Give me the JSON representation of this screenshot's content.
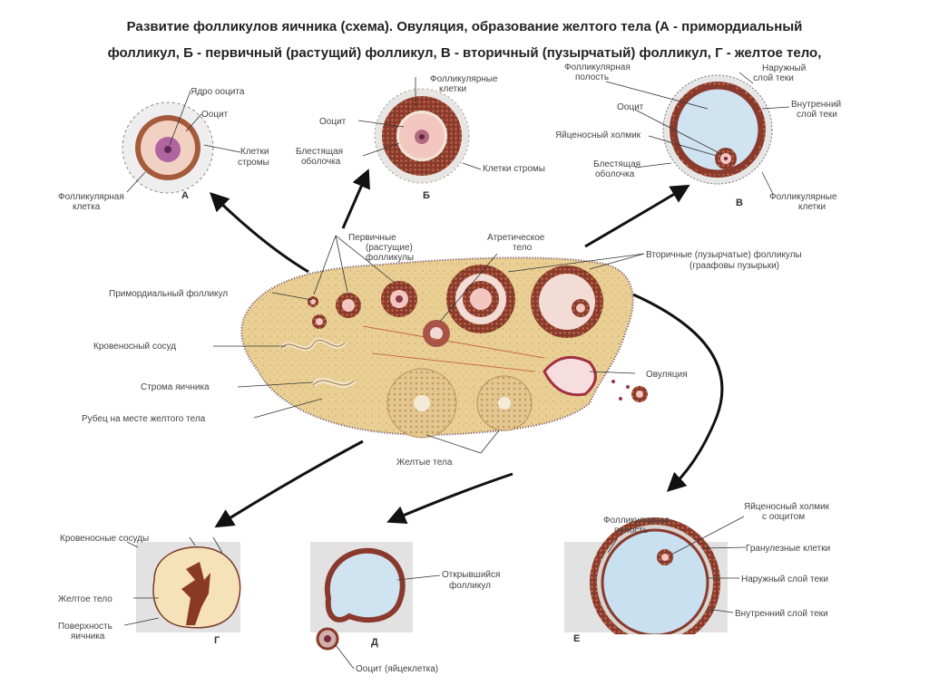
{
  "title": {
    "line1": "Развитие фолликулов яичника (схема). Овуляция,    образование желтого тела (А - примордиальный",
    "line2": "фолликул, Б - первичный (растущий) фолликул, В - вторичный (пузырчатый) фолликул, Г - желтое тело,"
  },
  "panel_a": {
    "letter": "А",
    "labels": {
      "nucleus": "Ядро ооцита",
      "oocyte": "Ооцит",
      "stroma1": "Клетки",
      "stroma2": "стромы",
      "follicular1": "Фолликулярная",
      "follicular2": "клетка"
    }
  },
  "panel_b": {
    "letter": "Б",
    "labels": {
      "follicular1": "Фолликулярные",
      "follicular2": "клетки",
      "oocyte": "Ооцит",
      "zona1": "Блестящая",
      "zona2": "оболочка",
      "stroma": "Клетки стромы"
    }
  },
  "panel_v": {
    "letter": "В",
    "labels": {
      "cavity1": "Фолликулярная",
      "cavity2": "полость",
      "outer1": "Наружный",
      "outer2": "слой теки",
      "oocyte": "Ооцит",
      "inner1": "Внутренний",
      "inner2": "слой теки",
      "cumulus": "Яйценосный холмик",
      "zona1": "Блестящая",
      "zona2": "оболочка",
      "follicular1": "Фолликулярные",
      "follicular2": "клетки"
    }
  },
  "ovary": {
    "labels": {
      "primary1": "Первичные",
      "primary2": "(растущие)",
      "primary3": "фолликулы",
      "atretic1": "Атретическое",
      "atretic2": "тело",
      "secondary1": "Вторичные (пузырчатые) фолликулы",
      "secondary2": "(граафовы пузырьки)",
      "primordial": "Примордиальный фолликул",
      "vessel": "Кровеносный сосуд",
      "stroma": "Строма яичника",
      "scar": "Рубец на месте желтого тела",
      "ovulation": "Овуляция",
      "lutea": "Желтые тела"
    }
  },
  "panel_g": {
    "letter": "Г",
    "labels": {
      "vessels": "Кровеносные сосуды",
      "corpus": "Желтое тело",
      "surface1": "Поверхность",
      "surface2": "яичника"
    }
  },
  "panel_d": {
    "letter": "Д",
    "labels": {
      "opened1": "Открывшийся",
      "opened2": "фолликул",
      "oocyte": "Ооцит (яйцеклетка)"
    }
  },
  "panel_e": {
    "letter": "Е",
    "labels": {
      "cavity1": "Фолликулярная",
      "cavity2": "полость",
      "cumulus1": "Яйценосный холмик",
      "cumulus2": "с ооцитом",
      "granulosa": "Гранулезные клетки",
      "outer": "Наружный слой теки",
      "inner": "Внутренний слой теки"
    }
  },
  "colors": {
    "maroon": "#7a2a24",
    "tissue": "#e8c98a",
    "fluid": "#cfe3f0",
    "oocyte": "#f3c7c0"
  }
}
